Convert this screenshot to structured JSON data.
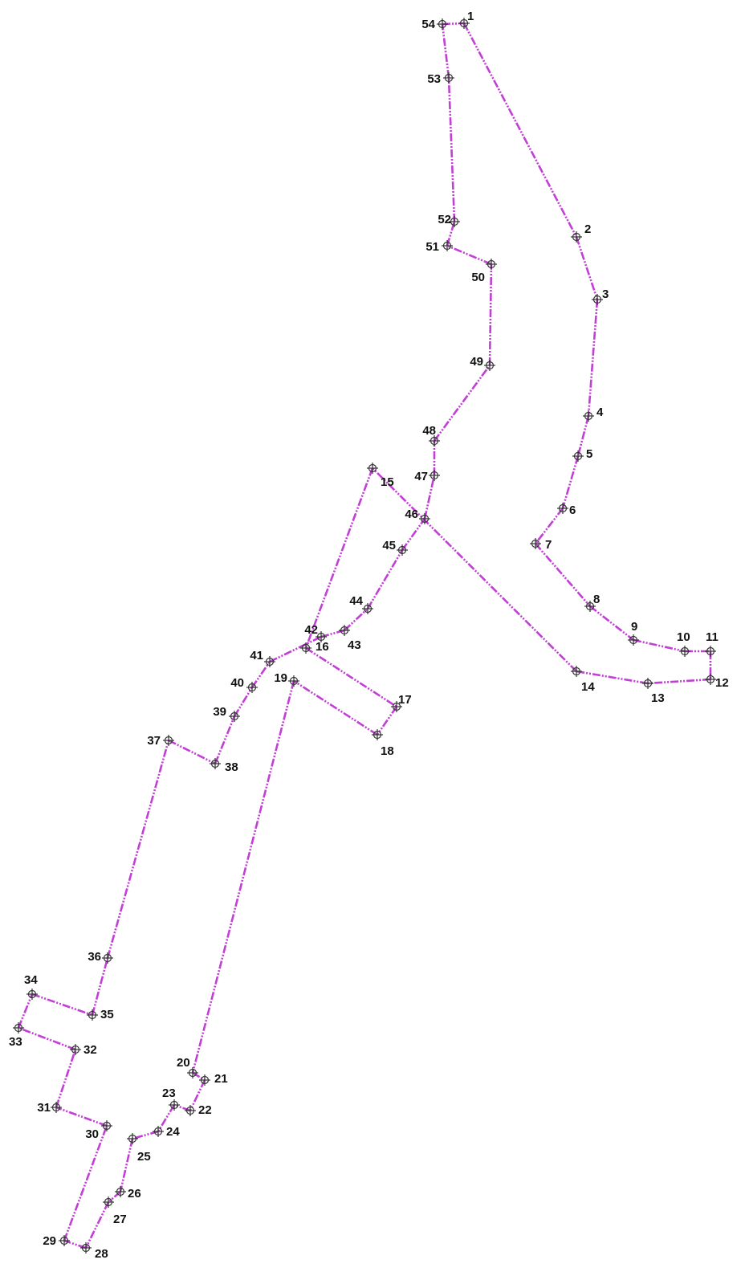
{
  "colors": {
    "boundary": "#c23ed6",
    "marker": "#333333",
    "text": "#111111",
    "background": "#ffffff"
  },
  "points": [
    {
      "label": "1"
    },
    {
      "label": "2"
    },
    {
      "label": "3"
    },
    {
      "label": "4"
    },
    {
      "label": "5"
    },
    {
      "label": "6"
    },
    {
      "label": "7"
    },
    {
      "label": "8"
    },
    {
      "label": "9"
    },
    {
      "label": "10"
    },
    {
      "label": "11"
    },
    {
      "label": "12"
    },
    {
      "label": "13"
    },
    {
      "label": "14"
    },
    {
      "label": "15"
    },
    {
      "label": "16"
    },
    {
      "label": "17"
    },
    {
      "label": "18"
    },
    {
      "label": "19"
    },
    {
      "label": "20"
    },
    {
      "label": "21"
    },
    {
      "label": "22"
    },
    {
      "label": "23"
    },
    {
      "label": "24"
    },
    {
      "label": "25"
    },
    {
      "label": "26"
    },
    {
      "label": "27"
    },
    {
      "label": "28"
    },
    {
      "label": "29"
    },
    {
      "label": "30"
    },
    {
      "label": "31"
    },
    {
      "label": "32"
    },
    {
      "label": "33"
    },
    {
      "label": "34"
    },
    {
      "label": "35"
    },
    {
      "label": "36"
    },
    {
      "label": "37"
    },
    {
      "label": "38"
    },
    {
      "label": "39"
    },
    {
      "label": "40"
    },
    {
      "label": "41"
    },
    {
      "label": "42"
    },
    {
      "label": "43"
    },
    {
      "label": "44"
    },
    {
      "label": "45"
    },
    {
      "label": "46"
    },
    {
      "label": "47"
    },
    {
      "label": "48"
    },
    {
      "label": "49"
    },
    {
      "label": "50"
    },
    {
      "label": "51"
    },
    {
      "label": "52"
    },
    {
      "label": "53"
    },
    {
      "label": "54"
    }
  ]
}
